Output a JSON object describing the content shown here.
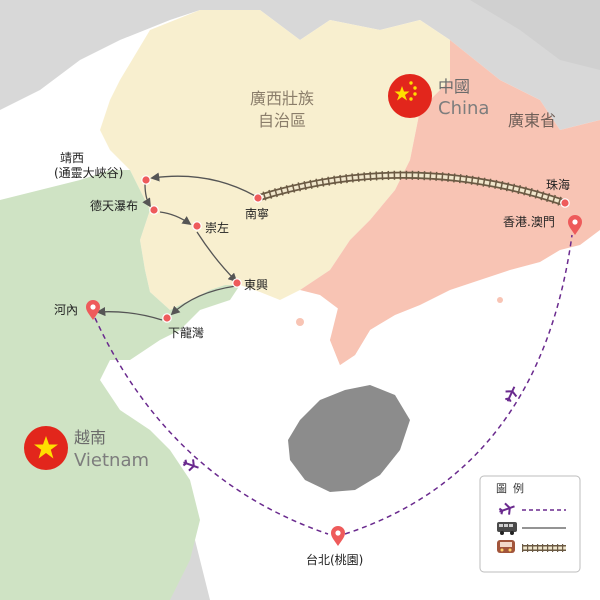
{
  "regions": {
    "guangxi_line1": "廣西壯族",
    "guangxi_line2": "自治區",
    "guangdong": "廣東省"
  },
  "countries": {
    "china_cn": "中國",
    "china_en": "China",
    "vietnam_cn": "越南",
    "vietnam_en": "Vietnam"
  },
  "places": {
    "jingxi_line1": "靖西",
    "jingxi_line2": "(通靈大峽谷)",
    "detian": "德天瀑布",
    "chongzuo": "崇左",
    "nanning": "南寧",
    "dongxing": "東興",
    "xialongwan": "下龍灣",
    "hanoi": "河內",
    "zhuhai": "珠海",
    "hk_macau": "香港.澳門",
    "taipei": "台北(桃園)"
  },
  "legend": {
    "title": "圖例",
    "items": [
      {
        "icon": "airplane-icon",
        "line": "dashed-purple"
      },
      {
        "icon": "bus-icon",
        "line": "solid-gray"
      },
      {
        "icon": "train-icon",
        "line": "railway"
      }
    ]
  },
  "colors": {
    "sea": "#ffffff",
    "guangxi": "#f8efcf",
    "guangdong": "#f8c4b4",
    "vietnam": "#cfe3c4",
    "neighbors": "#d8d8d8",
    "hainan": "#8c8c8c",
    "route_flight": "#6a2a8e",
    "route_bus": "#555555",
    "stop_dot": "#ee5b5b",
    "flag_red": "#e2261c",
    "flag_yellow": "#ffde00"
  }
}
